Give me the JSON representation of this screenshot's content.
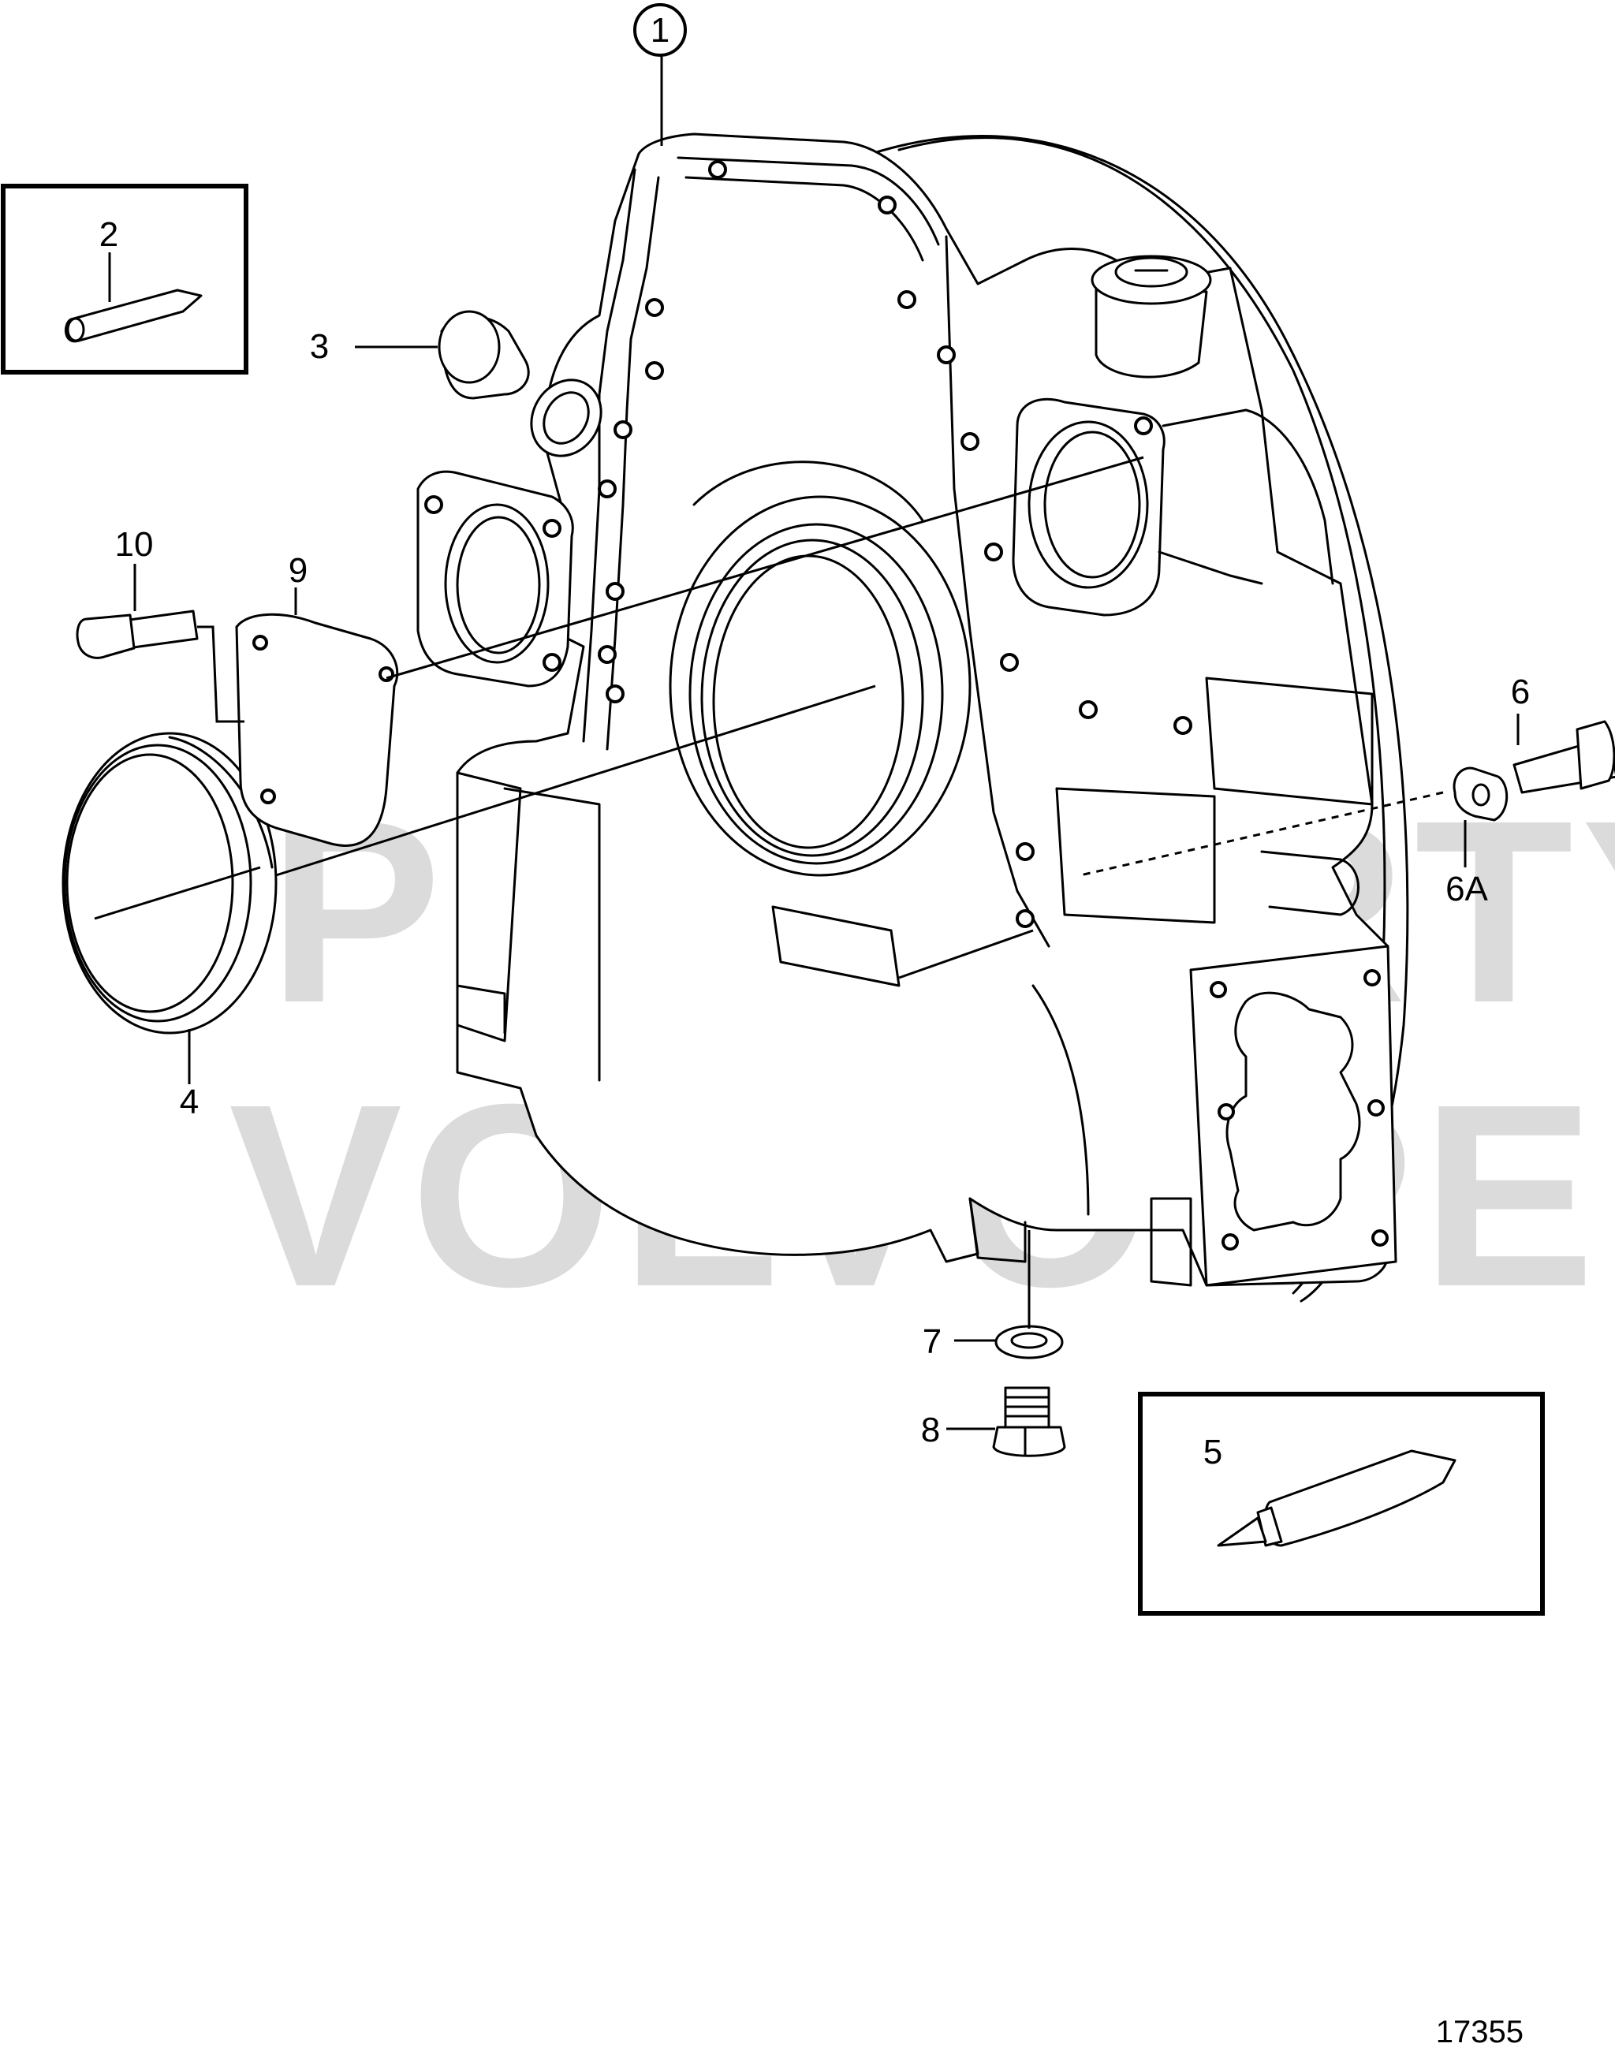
{
  "figure": {
    "document_number": "17355",
    "watermark": [
      "PROPERTY OF",
      "VOLVO PENTA"
    ]
  },
  "callouts": [
    {
      "id": "1",
      "label": "1"
    },
    {
      "id": "2",
      "label": "2"
    },
    {
      "id": "3",
      "label": "3"
    },
    {
      "id": "4",
      "label": "4"
    },
    {
      "id": "5",
      "label": "5"
    },
    {
      "id": "6",
      "label": "6"
    },
    {
      "id": "6A",
      "label": "6A"
    },
    {
      "id": "7",
      "label": "7"
    },
    {
      "id": "8",
      "label": "8"
    },
    {
      "id": "9",
      "label": "9"
    },
    {
      "id": "10",
      "label": "10"
    }
  ]
}
